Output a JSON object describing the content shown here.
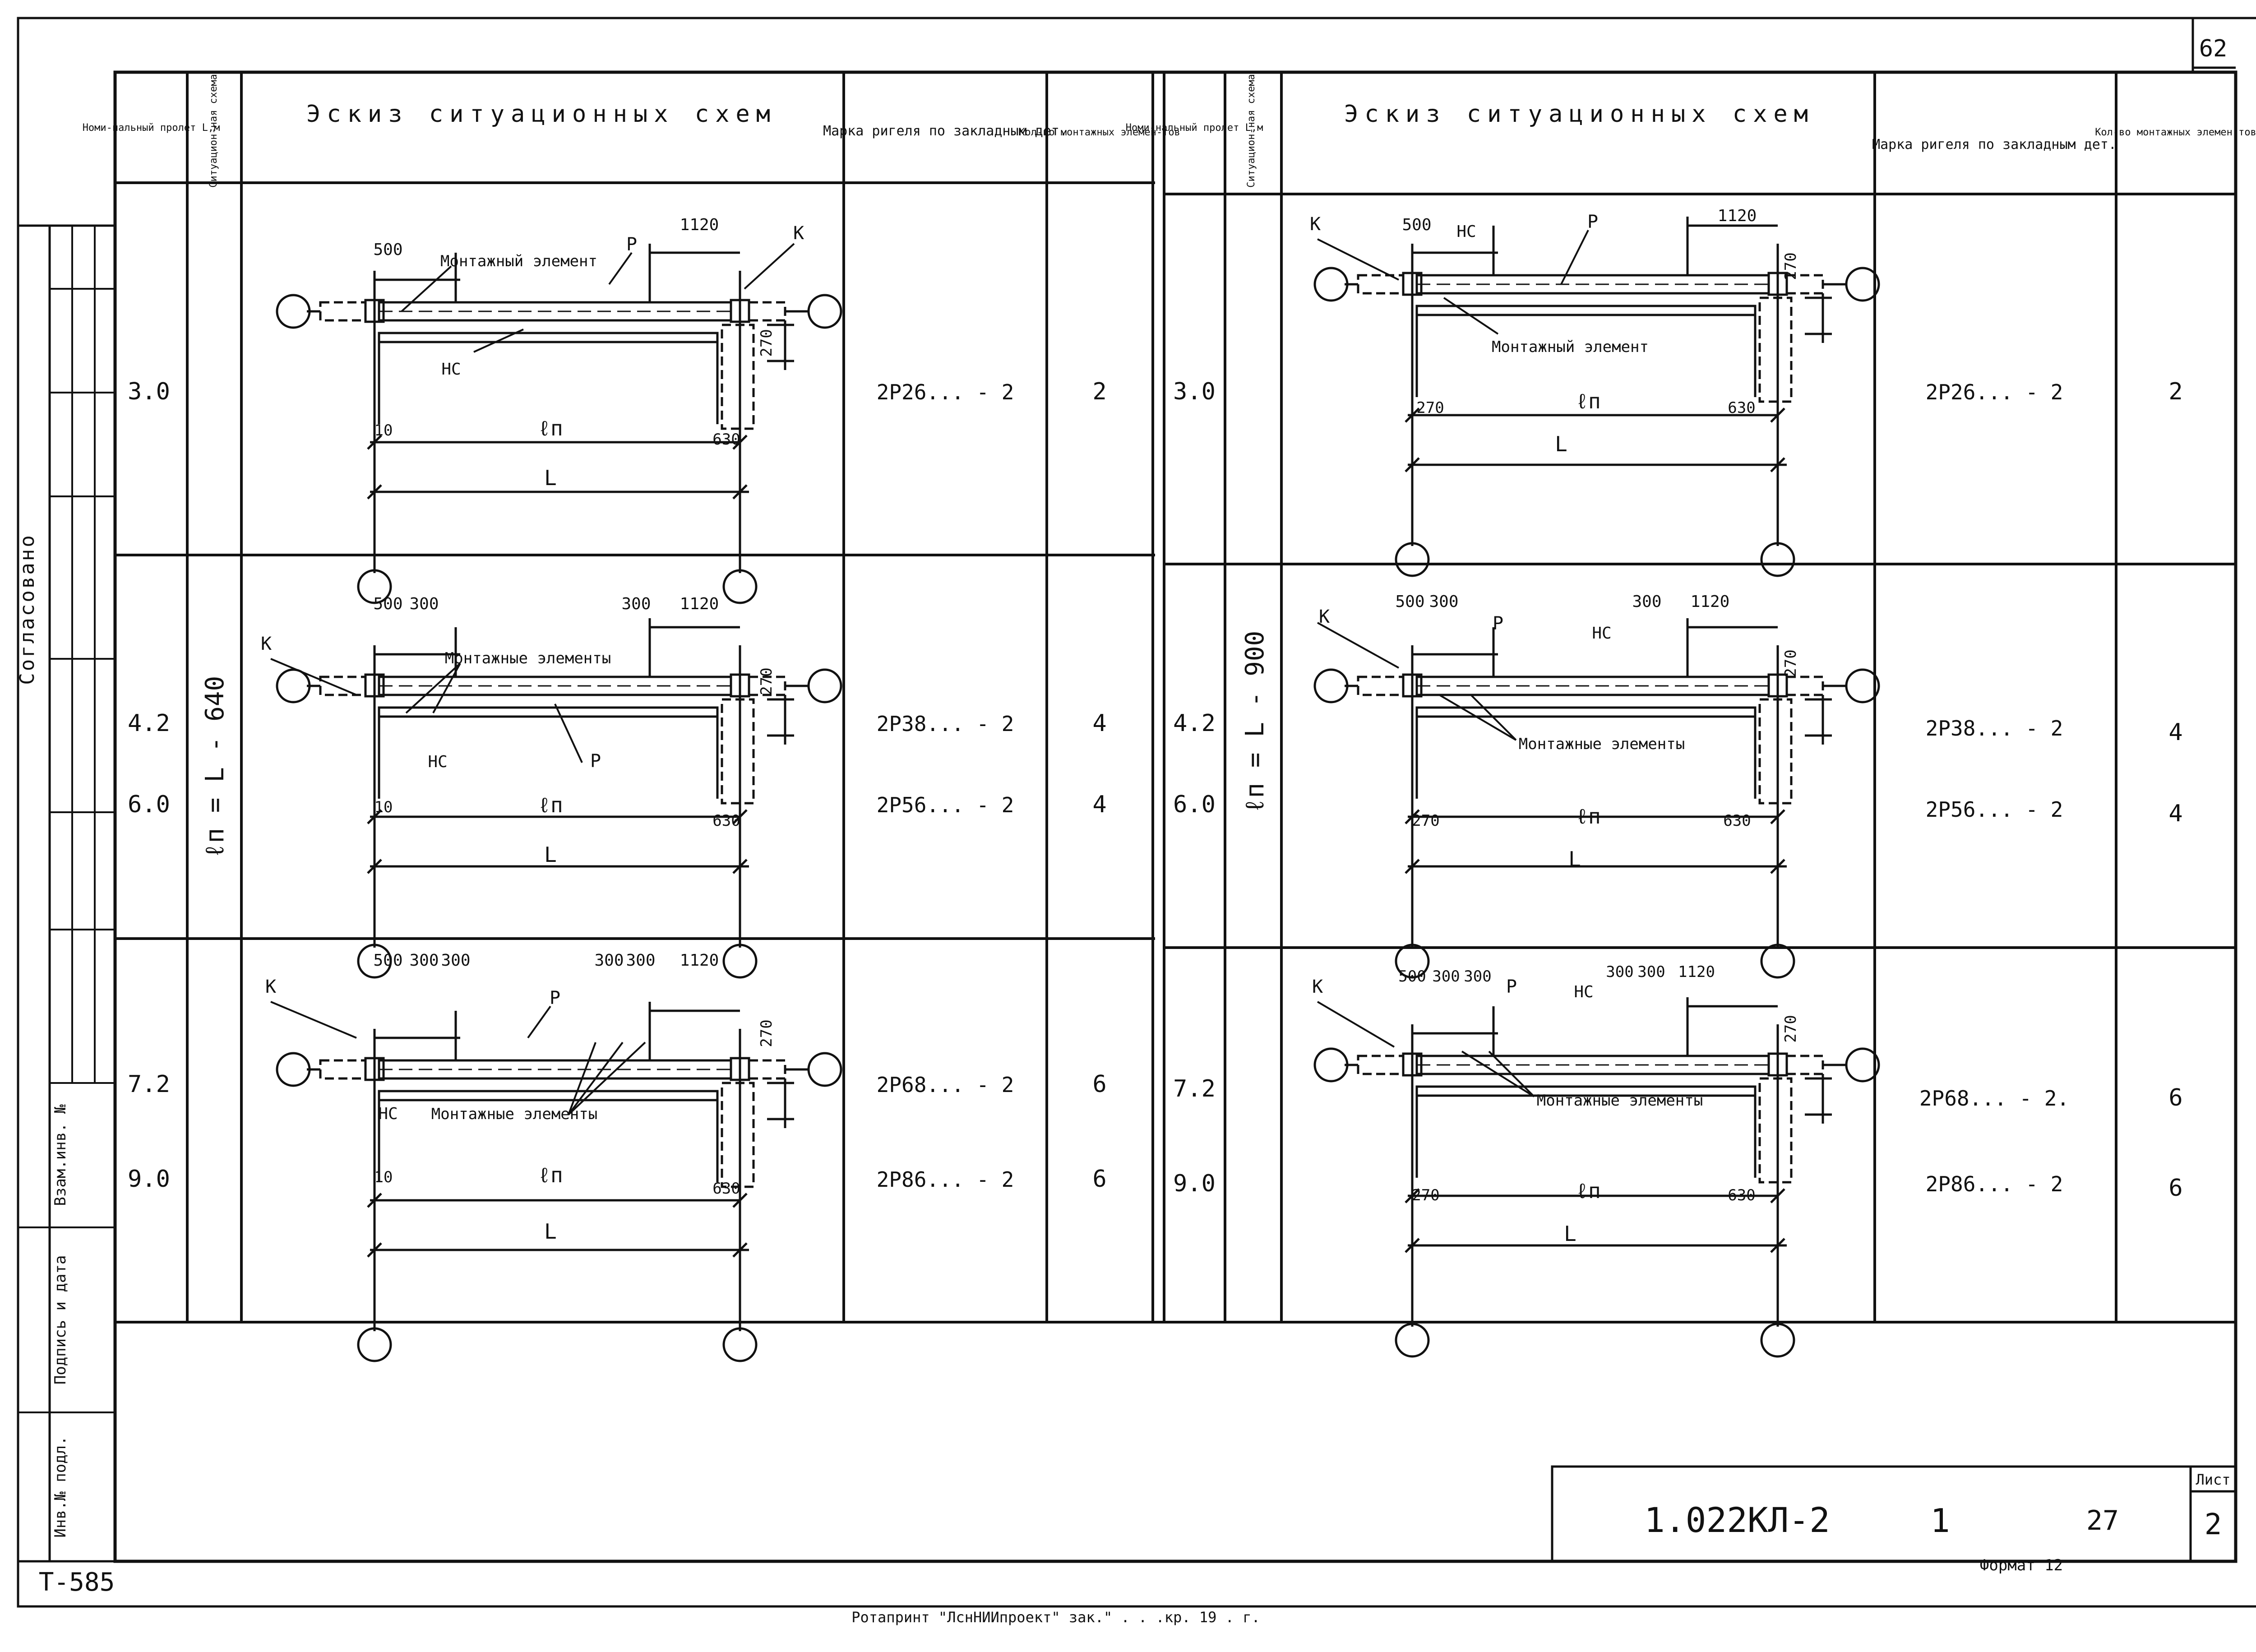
{
  "sheet_page_top": "62",
  "headers": {
    "span": "Номи-нальный пролет L,м",
    "scheme_type": "Ситуацион-ная схема",
    "sketch": "Эскиз ситуационных схем",
    "mark": "Марка ригеля по закладным дет.",
    "count": "Кол-во монтажных элемен-тов"
  },
  "left_scheme_label": "ℓп = L - 640",
  "right_scheme_label": "ℓп = L - 900",
  "left_rows": [
    {
      "spans": [
        "3.0"
      ],
      "marks": [
        "2Р26... - 2"
      ],
      "counts": [
        "2"
      ]
    },
    {
      "spans": [
        "4.2",
        "6.0"
      ],
      "marks": [
        "2Р38... - 2",
        "2Р56... - 2"
      ],
      "counts": [
        "4",
        "4"
      ]
    },
    {
      "spans": [
        "7.2",
        "9.0"
      ],
      "marks": [
        "2Р68... - 2",
        "2Р86... - 2"
      ],
      "counts": [
        "6",
        "6"
      ]
    }
  ],
  "right_rows": [
    {
      "spans": [
        "3.0"
      ],
      "marks": [
        "2Р26... - 2"
      ],
      "counts": [
        "2"
      ]
    },
    {
      "spans": [
        "4.2",
        "6.0"
      ],
      "marks": [
        "2Р38... - 2",
        "2Р56... - 2"
      ],
      "counts": [
        "4",
        "4"
      ]
    },
    {
      "spans": [
        "7.2",
        "9.0"
      ],
      "marks": [
        "2Р68... - 2.",
        "2Р86... - 2"
      ],
      "counts": [
        "6",
        "6"
      ]
    }
  ],
  "sketch_labels": {
    "k": "К",
    "p": "Р",
    "hc": "НС",
    "mount_one": "Монтажный элемент",
    "mount_many": "Монтажные элементы",
    "ln": "ℓп",
    "l": "L",
    "d500": "500",
    "d300": "300",
    "d1120": "1120",
    "d270": "270",
    "d630": "630",
    "d10": "10"
  },
  "side_stamp": {
    "agreed": "Согласовано",
    "inv_replace": "Взам.инв. №",
    "sign_date": "Подпись и дата",
    "inv_orig": "Инв.№ подл."
  },
  "title_block": {
    "code": "1.022КЛ-2",
    "issue": "1",
    "number": "27",
    "sheet_label": "Лист",
    "sheet": "2"
  },
  "format": "Формат 12",
  "doc_id": "Т-585",
  "footer": "Ротапринт \"ЛснНИИпроект\" зак.\" . . .кр. 19 . г."
}
